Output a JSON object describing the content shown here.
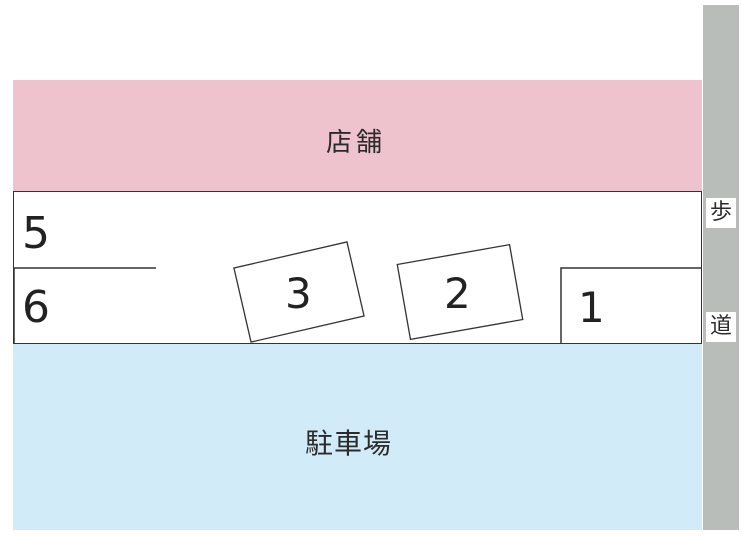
{
  "zones": {
    "store": "店舗",
    "parking": "駐車場",
    "sidewalk_top": "歩",
    "sidewalk_bottom": "道"
  },
  "spaces": [
    "5",
    "6",
    "3",
    "2",
    "1"
  ],
  "colors": {
    "store": "#efc3cd",
    "parking": "#d2ebf8",
    "sidewalk": "#b9bdb9",
    "outline": "#333333"
  }
}
